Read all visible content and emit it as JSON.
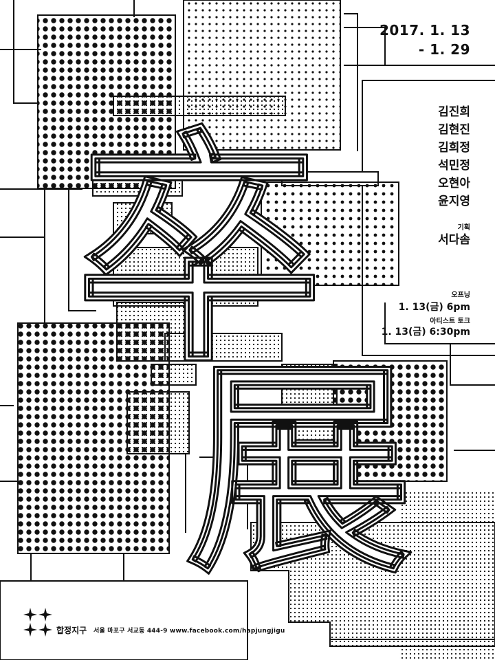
{
  "poster": {
    "headline_glyphs": [
      "卒",
      "展"
    ],
    "date_start": "2017. 1. 13",
    "date_end": "- 1. 29",
    "artists": [
      "김진희",
      "김현진",
      "김희정",
      "석민정",
      "오현아",
      "윤지영"
    ],
    "curator_label": "기획",
    "curator_name": "서다솜",
    "opening_label": "오프닝",
    "opening_time": "1. 13(금) 6pm",
    "talk_label": "아티스트 토크",
    "talk_time": "1. 13(금) 6:30pm",
    "venue_name": "합정지구",
    "address": "서울 마포구 서교동 444-9  www.facebook.com/hapjungjigu"
  },
  "colors": {
    "ink": "#111111",
    "paper": "#ffffff"
  }
}
